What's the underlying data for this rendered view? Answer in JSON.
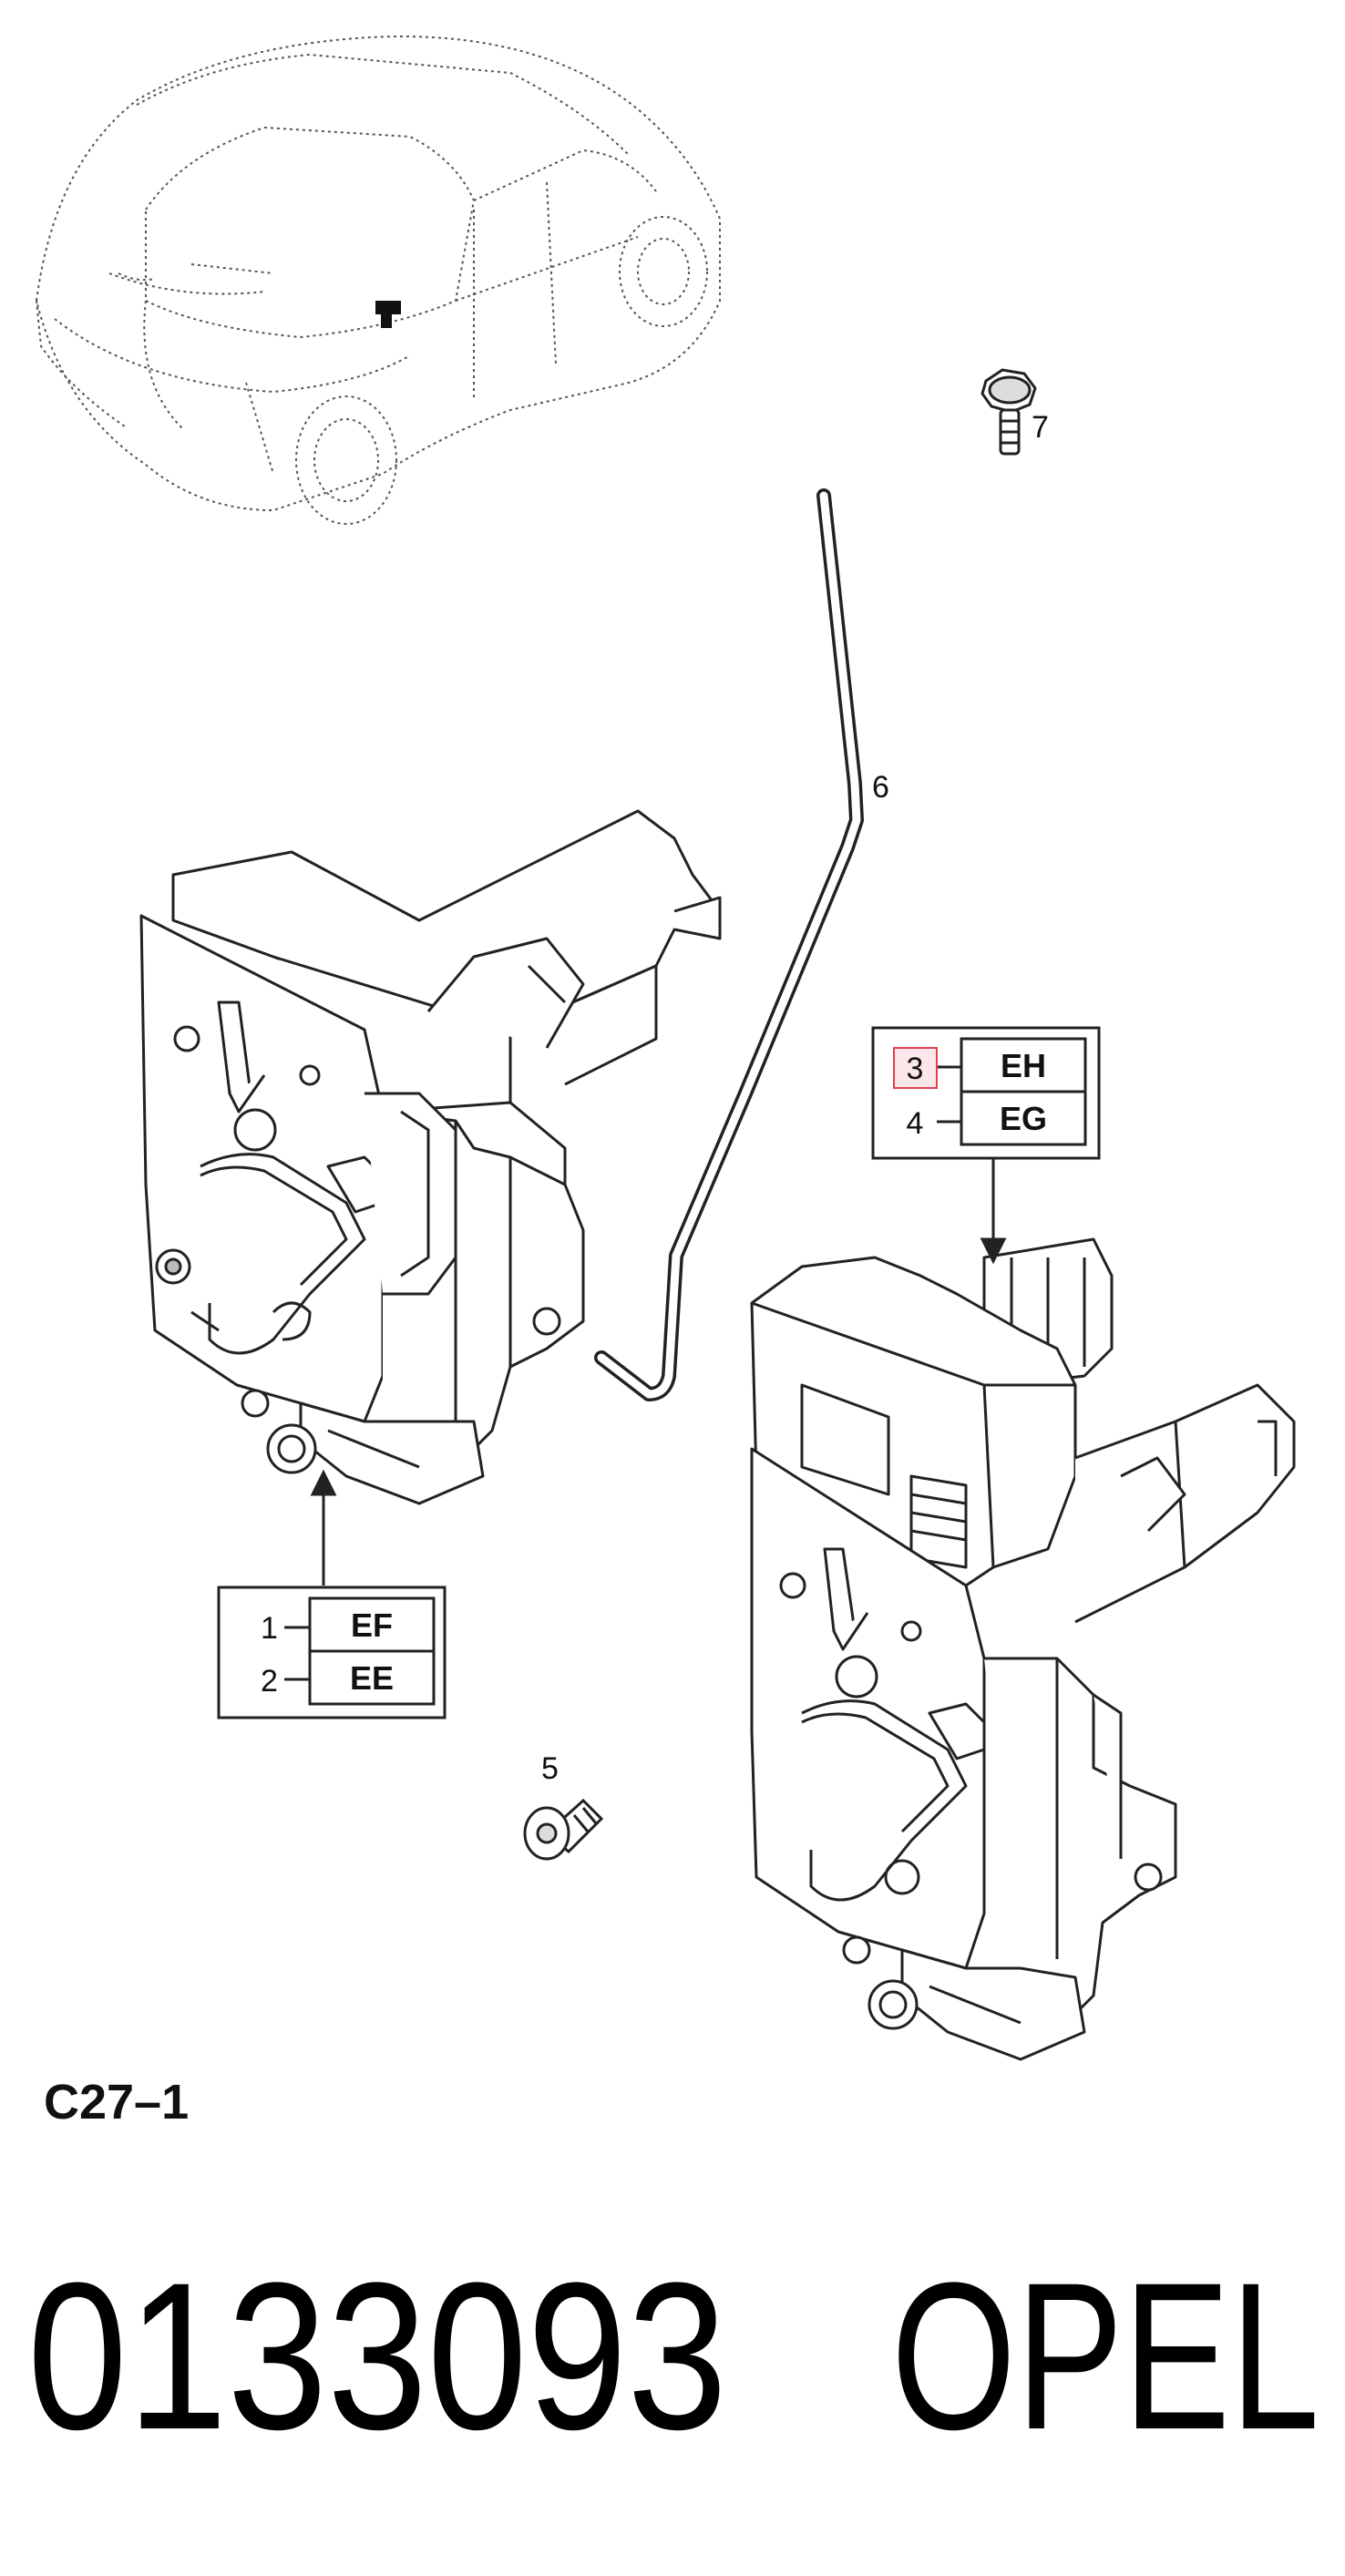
{
  "diagram_id": "C27–1",
  "part_number": "0133093",
  "brand": "OPEL",
  "callouts": {
    "c1": "1",
    "c2": "2",
    "c3": "3",
    "c4": "4",
    "c5": "5",
    "c6": "6",
    "c7": "7"
  },
  "codes": {
    "ef": "EF",
    "ee": "EE",
    "eh": "EH",
    "eg": "EG"
  },
  "highlight_color": "#e04050"
}
